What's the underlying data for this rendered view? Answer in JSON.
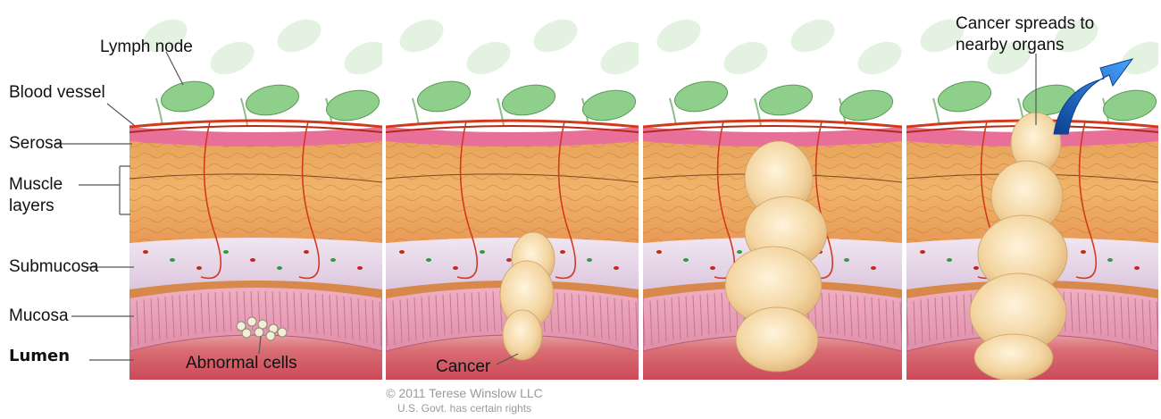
{
  "labels": {
    "lymph_node": "Lymph node",
    "blood_vessel": "Blood vessel",
    "serosa": "Serosa",
    "muscle_layers_line1": "Muscle",
    "muscle_layers_line2": "layers",
    "submucosa": "Submucosa",
    "mucosa": "Mucosa",
    "lumen": "Lumen",
    "abnormal_cells": "Abnormal cells",
    "cancer": "Cancer",
    "spread_line1": "Cancer spreads to",
    "spread_line2": "nearby organs"
  },
  "credit": {
    "line1": "© 2011 Terese Winslow LLC",
    "line2": "U.S. Govt. has certain rights"
  },
  "panels": [
    {
      "stage": "abnormal cells in mucosa"
    },
    {
      "stage": "cancer into submucosa"
    },
    {
      "stage": "cancer through muscle layers"
    },
    {
      "stage": "cancer through serosa"
    }
  ],
  "colors": {
    "serosa": "#e76f9a",
    "muscle": "#e09a52",
    "submucosa": "#e8dcea",
    "mucosa": "#e79bb4",
    "lumen": "#c9525e",
    "lymph": "#8fcf8c",
    "vessel": "#d23a1e",
    "tumor": "#f4d7a6",
    "arrow": "#1d6fd1"
  }
}
